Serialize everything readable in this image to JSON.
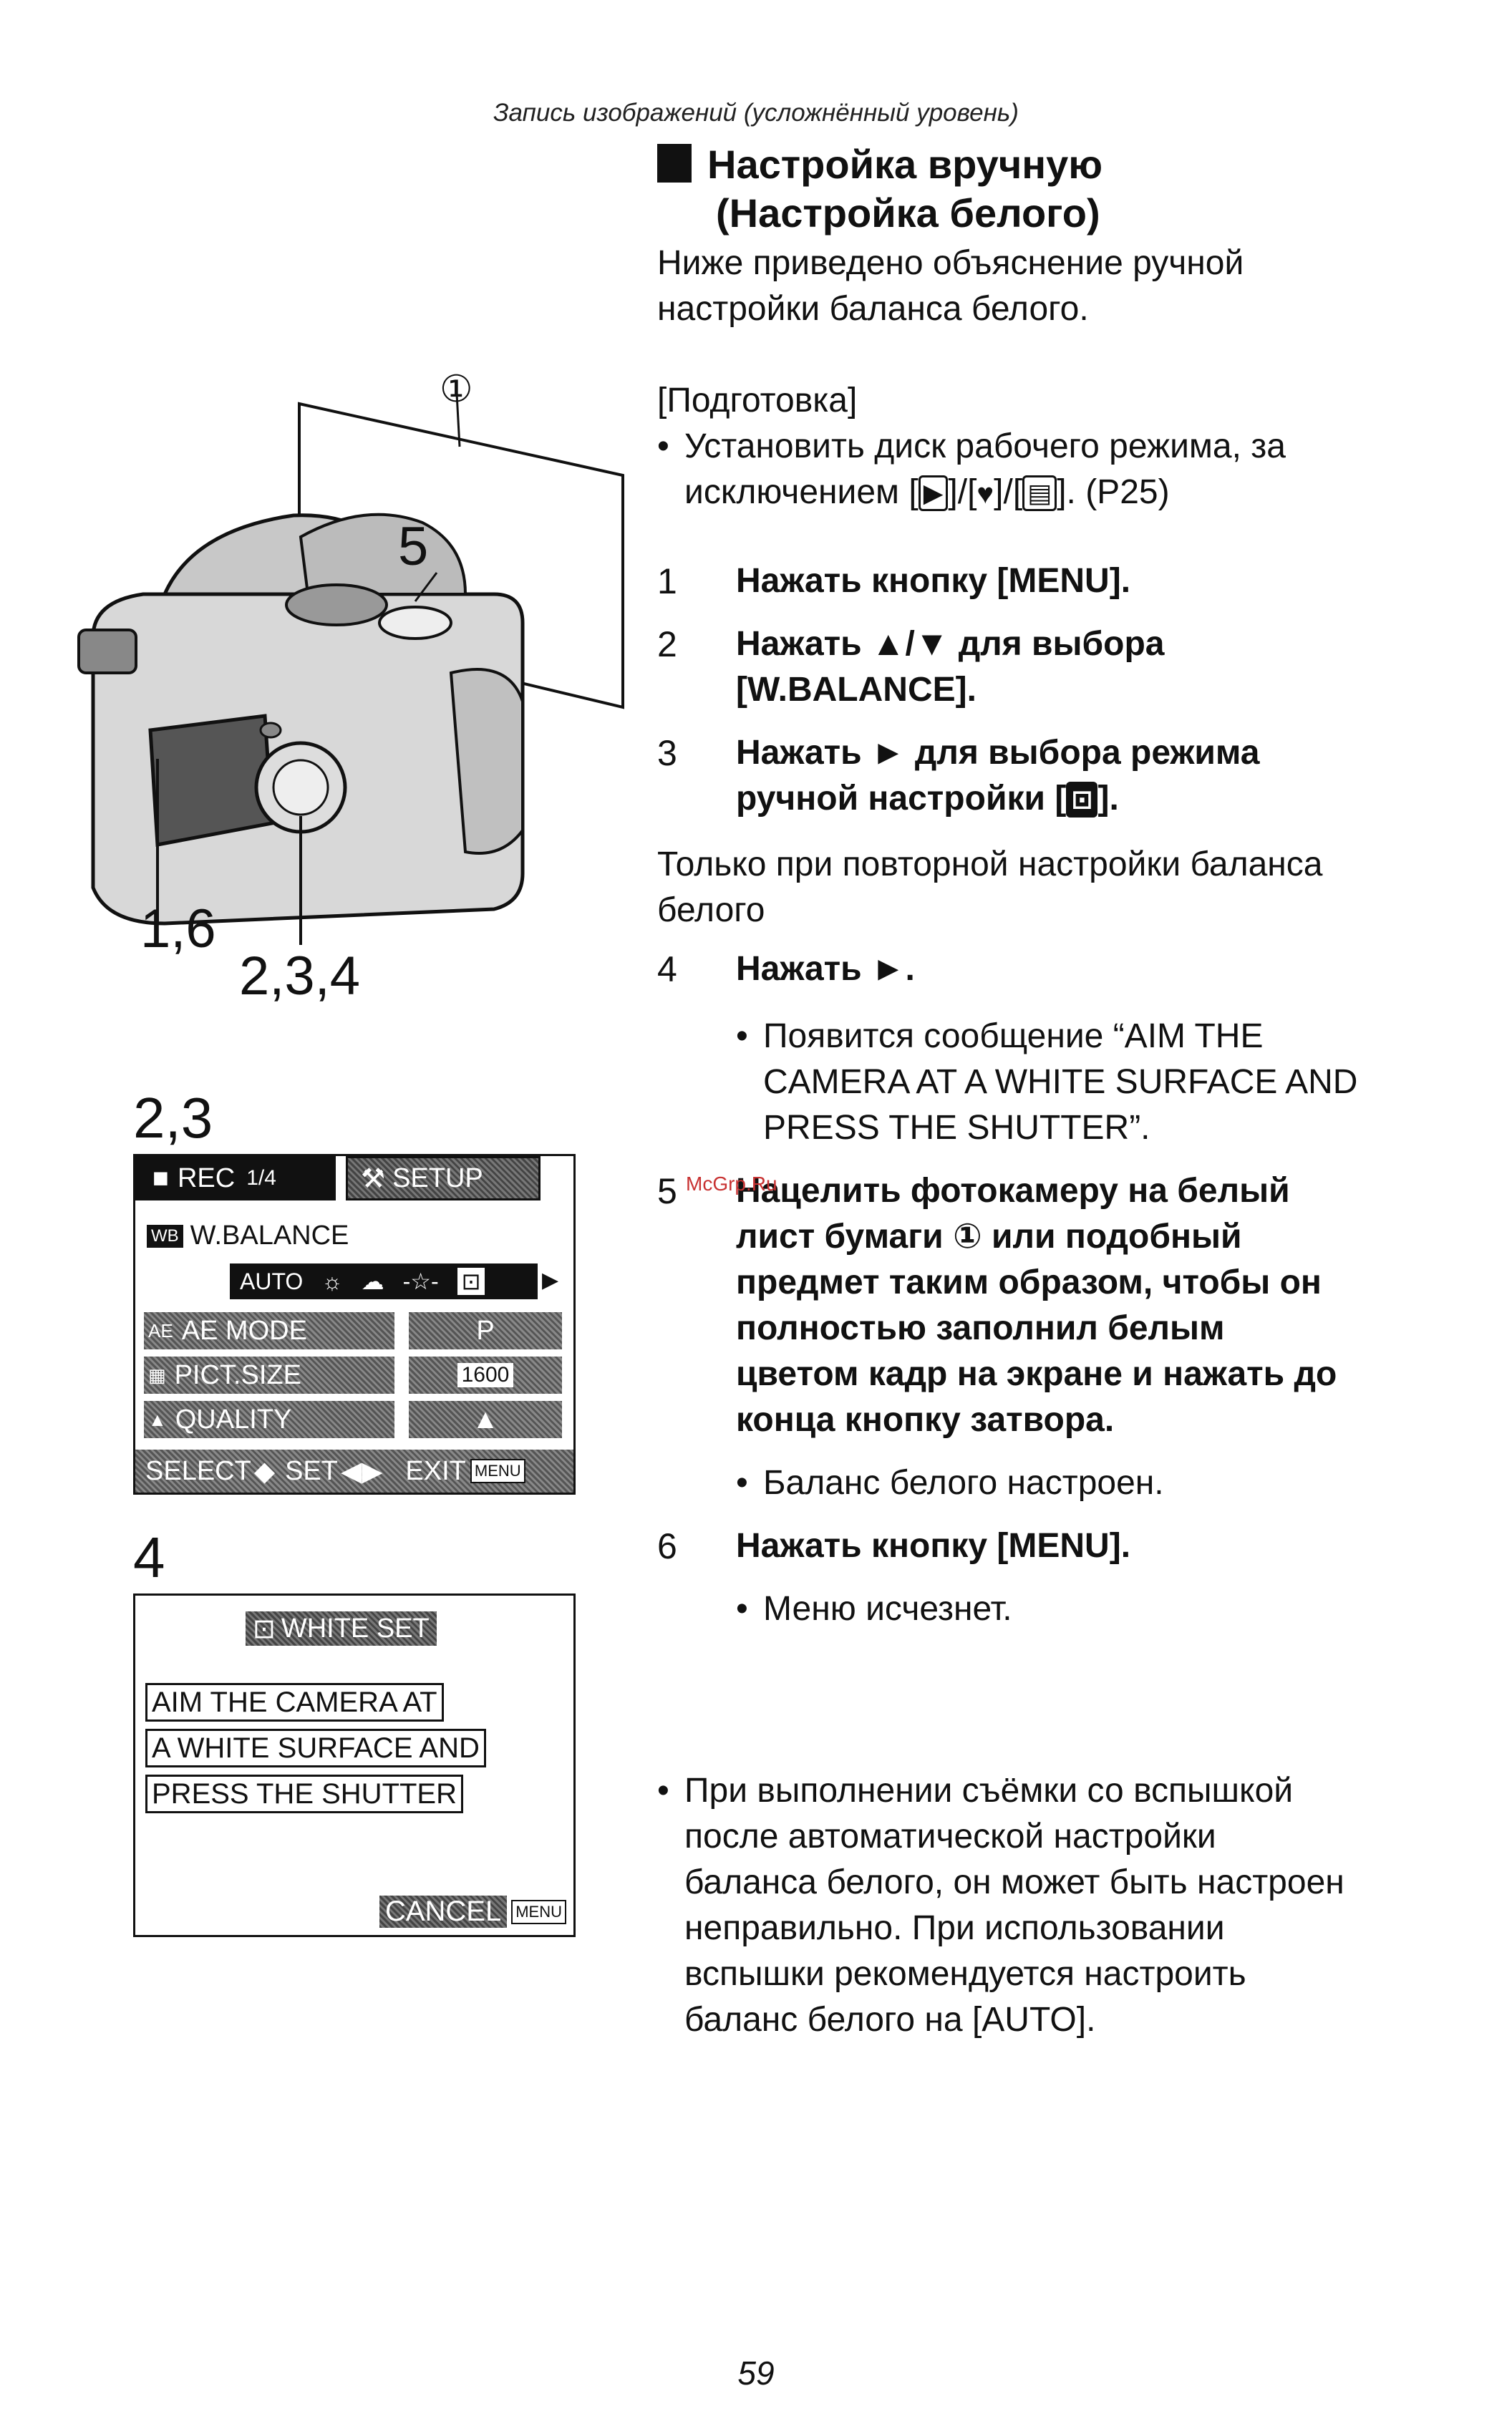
{
  "header": "Запись изображений (усложнённый уровень)",
  "section": {
    "title_line1": "Настройка вручную",
    "title_line2": "(Настройка белого)",
    "intro_line1": "Ниже приведено объяснение ручной",
    "intro_line2": "настройки баланса белого."
  },
  "prep": {
    "label": "[Подготовка]",
    "bullet_line1": "Установить диск рабочего режима, за",
    "bullet_line2_pre": "исключением [",
    "bullet_line2_post": "]. (P25)"
  },
  "steps": {
    "s1_num": "1",
    "s1_text": "Нажать кнопку [MENU].",
    "s2_num": "2",
    "s2_line1": "Нажать ▲/▼ для выбора",
    "s2_line2": "[W.BALANCE].",
    "s3_num": "3",
    "s3_line1": "Нажать ► для выбора режима",
    "s3_line2": "ручной настройки [",
    "only_line1": "Только при повторной настройки баланса",
    "only_line2": "белого",
    "s4_num": "4",
    "s4_text": "Нажать ►.",
    "s4_b_line1": "Появится сообщение “AIM THE",
    "s4_b_line2": "CAMERA AT A WHITE SURFACE AND",
    "s4_b_line3": "PRESS THE SHUTTER”.",
    "s5_num": "5",
    "watermark": "McGrp.Ru",
    "s5_line1": "Нацелить фотокамеру на белый",
    "s5_line2": "лист бумаги ① или подобный",
    "s5_line3": "предмет таким образом, чтобы он",
    "s5_line4": "полностью заполнил белым",
    "s5_line5": "цветом кадр на экране и нажать до",
    "s5_line6": "конца кнопку затвора.",
    "s5_b": "Баланс белого настроен.",
    "s6_num": "6",
    "s6_text": "Нажать кнопку [MENU].",
    "s6_b": "Меню исчезнет."
  },
  "note": {
    "line1": "При выполнении съёмки со вспышкой",
    "line2": "после автоматической настройки",
    "line3": "баланса белого, он может быть настроен",
    "line4": "неправильно. При использовании",
    "line5": "вспышки рекомендуется настроить",
    "line6": "баланс белого на [AUTO]."
  },
  "figure": {
    "callout1": "①",
    "callout5": "5",
    "callout16": "1,6",
    "callout234": "2,3,4",
    "label23": "2,3",
    "label4": "4"
  },
  "lcd1": {
    "rec": "REC",
    "rec_page": "1/4",
    "setup": "SETUP",
    "wb_icon": "WB",
    "wb_label": "W.BALANCE",
    "opt_auto": "AUTO",
    "opt_sun": "☼",
    "opt_cloud": "☁",
    "opt_lamp": "-☆-",
    "ae_icon": "AE",
    "ae_label": "AE MODE",
    "ae_value": "P",
    "pict_label": "PICT.SIZE",
    "pict_value": "1600",
    "quality_label": "QUALITY",
    "select": "SELECT",
    "set": "SET",
    "exit": "EXIT",
    "menu": "MENU"
  },
  "lcd2": {
    "title": "WHITE SET",
    "line1": "AIM THE CAMERA AT",
    "line2": "A WHITE SURFACE AND",
    "line3": "PRESS THE SHUTTER",
    "cancel": "CANCEL",
    "menu": "MENU"
  },
  "page_number": "59"
}
